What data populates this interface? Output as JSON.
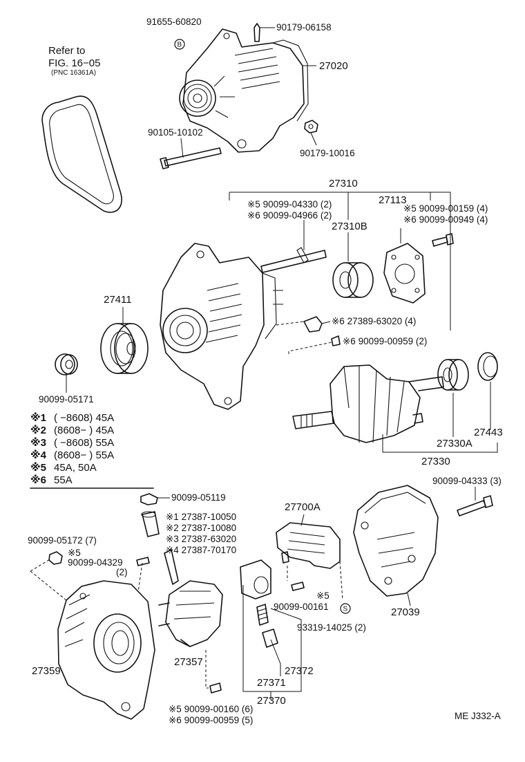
{
  "diagram_code": "ME  J332-A",
  "belt_note": {
    "line1": "Refer to",
    "line2": "FIG. 16−05",
    "line3": "(PNC 16361A)"
  },
  "circled": {
    "b": "B",
    "s": "S"
  },
  "parts": {
    "p91655": "91655-60820",
    "p90179_06158": "90179-06158",
    "p27020": "27020",
    "p90105": "90105-10102",
    "p90179_10016": "90179-10016",
    "p27310": "27310",
    "p27310_a": "※5 90099-04330 (2)",
    "p27310_b": "※6 90099-04966 (2)",
    "p27113": "27113",
    "p27113_a": "※5  90099-00159 (4)",
    "p27113_b": "※6  90099-00949 (4)",
    "p27310B": "27310B",
    "p27411": "27411",
    "p27389": "※6 27389-63020 (4)",
    "p90099_00959": "※6 90099-00959 (2)",
    "p90099_05171": "90099-05171",
    "p27443": "27443",
    "p27330A": "27330A",
    "p27330": "27330",
    "p90099_04333": "90099-04333 (3)",
    "p90099_05119": "90099-05119",
    "p27387_1": "※1 27387-10050",
    "p27387_2": "※2 27387-10080",
    "p27387_3": "※3 27387-63020",
    "p27387_4": "※4 27387-70170",
    "p27700A": "27700A",
    "p90099_05172": "90099-05172 (7)",
    "p90099_04329_a": "※5",
    "p90099_04329_b": "90099-04329",
    "p90099_04329_c": "(2)",
    "p27039": "27039",
    "p90099_00161_a": "※5",
    "p90099_00161_b": "90099-00161",
    "p93319": "93319-14025 (2)",
    "p27359": "27359",
    "p27357": "27357",
    "p27372": "27372",
    "p27371": "27371",
    "p27370": "27370",
    "p90099_00160": "※5 90099-00160 (6)",
    "p90099_00959b": "※6 90099-00959 (5)"
  },
  "legend": [
    {
      "mark": "※1",
      "text": "(        −8608) 45A"
    },
    {
      "mark": "※2",
      "text": "(8608−        ) 45A"
    },
    {
      "mark": "※3",
      "text": "(        −8608) 55A"
    },
    {
      "mark": "※4",
      "text": "(8608−        ) 55A"
    },
    {
      "mark": "※5",
      "text": "45A, 50A"
    },
    {
      "mark": "※6",
      "text": "55A"
    }
  ]
}
